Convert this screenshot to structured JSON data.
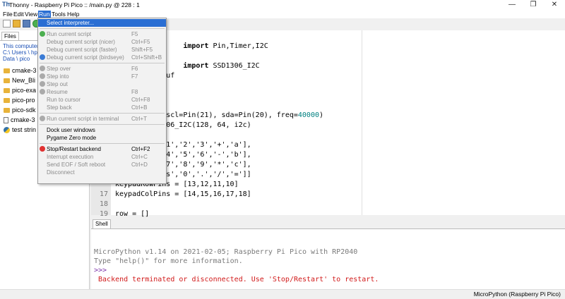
{
  "window": {
    "title": "Thonny  -  Raspberry Pi Pico :: /main.py  @  228 : 1",
    "controls": [
      "minimize-icon",
      "restore-icon",
      "close-icon"
    ]
  },
  "menubar": [
    "File",
    "Edit",
    "View",
    "Run",
    "Tools",
    "Help"
  ],
  "files": {
    "tab_label": "Files",
    "path_lines": [
      "This computer",
      "C:\\ Users \\ hp \\",
      "Data \\ pico"
    ],
    "items": [
      {
        "name": "cmake-3",
        "icon": "folder-icon"
      },
      {
        "name": "New_Bli",
        "icon": "folder-icon"
      },
      {
        "name": "pico-exa",
        "icon": "folder-icon"
      },
      {
        "name": "pico-pro",
        "icon": "folder-icon"
      },
      {
        "name": "pico-sdk",
        "icon": "folder-icon"
      },
      {
        "name": "cmake-3",
        "icon": "file-icon"
      },
      {
        "name": "test strin",
        "icon": "python-file-icon"
      }
    ]
  },
  "editor": {
    "lines": [
      {
        "no": "",
        "text": "                import Pin,Timer,I2C"
      },
      {
        "no": "",
        "text": ""
      },
      {
        "no": "",
        "text": "                import SSD1306_I2C"
      },
      {
        "no": "",
        "text": "            uf"
      },
      {
        "no": "",
        "text": ""
      },
      {
        "no": "",
        "text": ""
      },
      {
        "no": "",
        "text": ""
      },
      {
        "no": "",
        "text": "            scl=Pin(21), sda=Pin(20), freq=40000)"
      },
      {
        "no": "",
        "text": "            06_I2C(128, 64, i2c)"
      },
      {
        "no": "",
        "text": ""
      },
      {
        "no": "",
        "text": "            1','2','3','+','a'],"
      },
      {
        "no": "",
        "text": "            4','5','6','-','b'],"
      },
      {
        "no": "",
        "text": "            7','8','9','*','c'],"
      },
      {
        "no": "",
        "text": "            s','0','.','/','=']]"
      },
      {
        "no": "",
        "text": "keypadRowPins = [13,12,11,10]"
      },
      {
        "no": "17",
        "text": "keypadColPins = [14,15,16,17,18]"
      },
      {
        "no": "18",
        "text": ""
      },
      {
        "no": "19",
        "text": "row = []"
      }
    ]
  },
  "shell": {
    "tab_label": "Shell",
    "lines": [
      {
        "text": "",
        "color": "#7a7a7a"
      },
      {
        "text": "MicroPython v1.14 on 2021-02-05; Raspberry Pi Pico with RP2040",
        "color": "#7a7a7a"
      },
      {
        "text": "Type \"help()\" for more information.",
        "color": "#7a7a7a"
      },
      {
        "text": ">>>",
        "color": "#7a2fa8"
      },
      {
        "text": " Backend terminated or disconnected. Use 'Stop/Restart' to restart.",
        "color": "#d11a1a"
      }
    ]
  },
  "status": {
    "interpreter": "MicroPython (Raspberry Pi Pico)"
  },
  "run_menu": {
    "items": [
      {
        "label": "Select interpreter...",
        "shortcut": "",
        "state": "highlighted"
      },
      {
        "sep": true
      },
      {
        "label": "Run current script",
        "shortcut": "F5",
        "state": "disabled",
        "icon": "run-icon"
      },
      {
        "label": "Debug current script (nicer)",
        "shortcut": "Ctrl+F5",
        "state": "disabled"
      },
      {
        "label": "Debug current script (faster)",
        "shortcut": "Shift+F5",
        "state": "disabled"
      },
      {
        "label": "Debug current script (birdseye)",
        "shortcut": "Ctrl+Shift+B",
        "state": "disabled",
        "icon": "birdseye-icon"
      },
      {
        "sep": true
      },
      {
        "label": "Step over",
        "shortcut": "F6",
        "state": "disabled",
        "icon": "step-over-icon"
      },
      {
        "label": "Step into",
        "shortcut": "F7",
        "state": "disabled",
        "icon": "step-into-icon"
      },
      {
        "label": "Step out",
        "shortcut": "",
        "state": "disabled",
        "icon": "step-out-icon"
      },
      {
        "label": "Resume",
        "shortcut": "F8",
        "state": "disabled",
        "icon": "resume-icon"
      },
      {
        "label": "Run to cursor",
        "shortcut": "Ctrl+F8",
        "state": "disabled"
      },
      {
        "label": "Step back",
        "shortcut": "Ctrl+B",
        "state": "disabled"
      },
      {
        "sep": true
      },
      {
        "label": "Run current script in terminal",
        "shortcut": "Ctrl+T",
        "state": "disabled",
        "icon": "terminal-icon"
      },
      {
        "sep": true
      },
      {
        "label": "Dock user windows",
        "shortcut": "",
        "state": "enabled"
      },
      {
        "label": "Pygame Zero mode",
        "shortcut": "",
        "state": "enabled"
      },
      {
        "sep": true
      },
      {
        "label": "Stop/Restart backend",
        "shortcut": "Ctrl+F2",
        "state": "enabled",
        "icon": "stop-icon"
      },
      {
        "label": "Interrupt execution",
        "shortcut": "Ctrl+C",
        "state": "disabled"
      },
      {
        "label": "Send EOF / Soft reboot",
        "shortcut": "Ctrl+D",
        "state": "disabled"
      },
      {
        "label": "Disconnect",
        "shortcut": "",
        "state": "disabled"
      }
    ]
  }
}
